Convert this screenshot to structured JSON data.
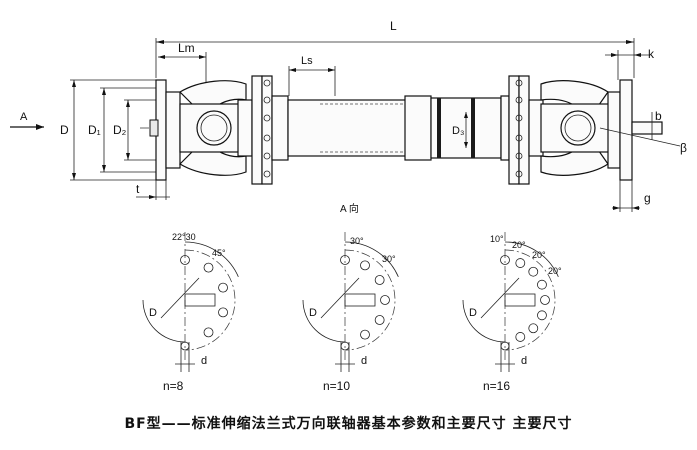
{
  "labels": {
    "L": "L",
    "Lm": "Lm",
    "Ls": "Ls",
    "k": "k",
    "A": "A",
    "D": "D",
    "D1": "D₁",
    "D2": "D₂",
    "Ds": "D₃",
    "t": "t",
    "b": "b",
    "beta": "β",
    "g": "g",
    "view": "A 向"
  },
  "flange_views": [
    {
      "count_label": "n=8",
      "angles": [
        "22°30",
        "45°"
      ],
      "d": "D",
      "hole": "d"
    },
    {
      "count_label": "n=10",
      "angles": [
        "30°",
        "30°"
      ],
      "d": "D",
      "hole": "d"
    },
    {
      "count_label": "n=16",
      "angles": [
        "10°",
        "20°",
        "20°",
        "20°"
      ],
      "d": "D",
      "hole": "d"
    }
  ],
  "caption": "BF型——标准伸缩法兰式万向联轴器基本参数和主要尺寸 主要尺寸"
}
